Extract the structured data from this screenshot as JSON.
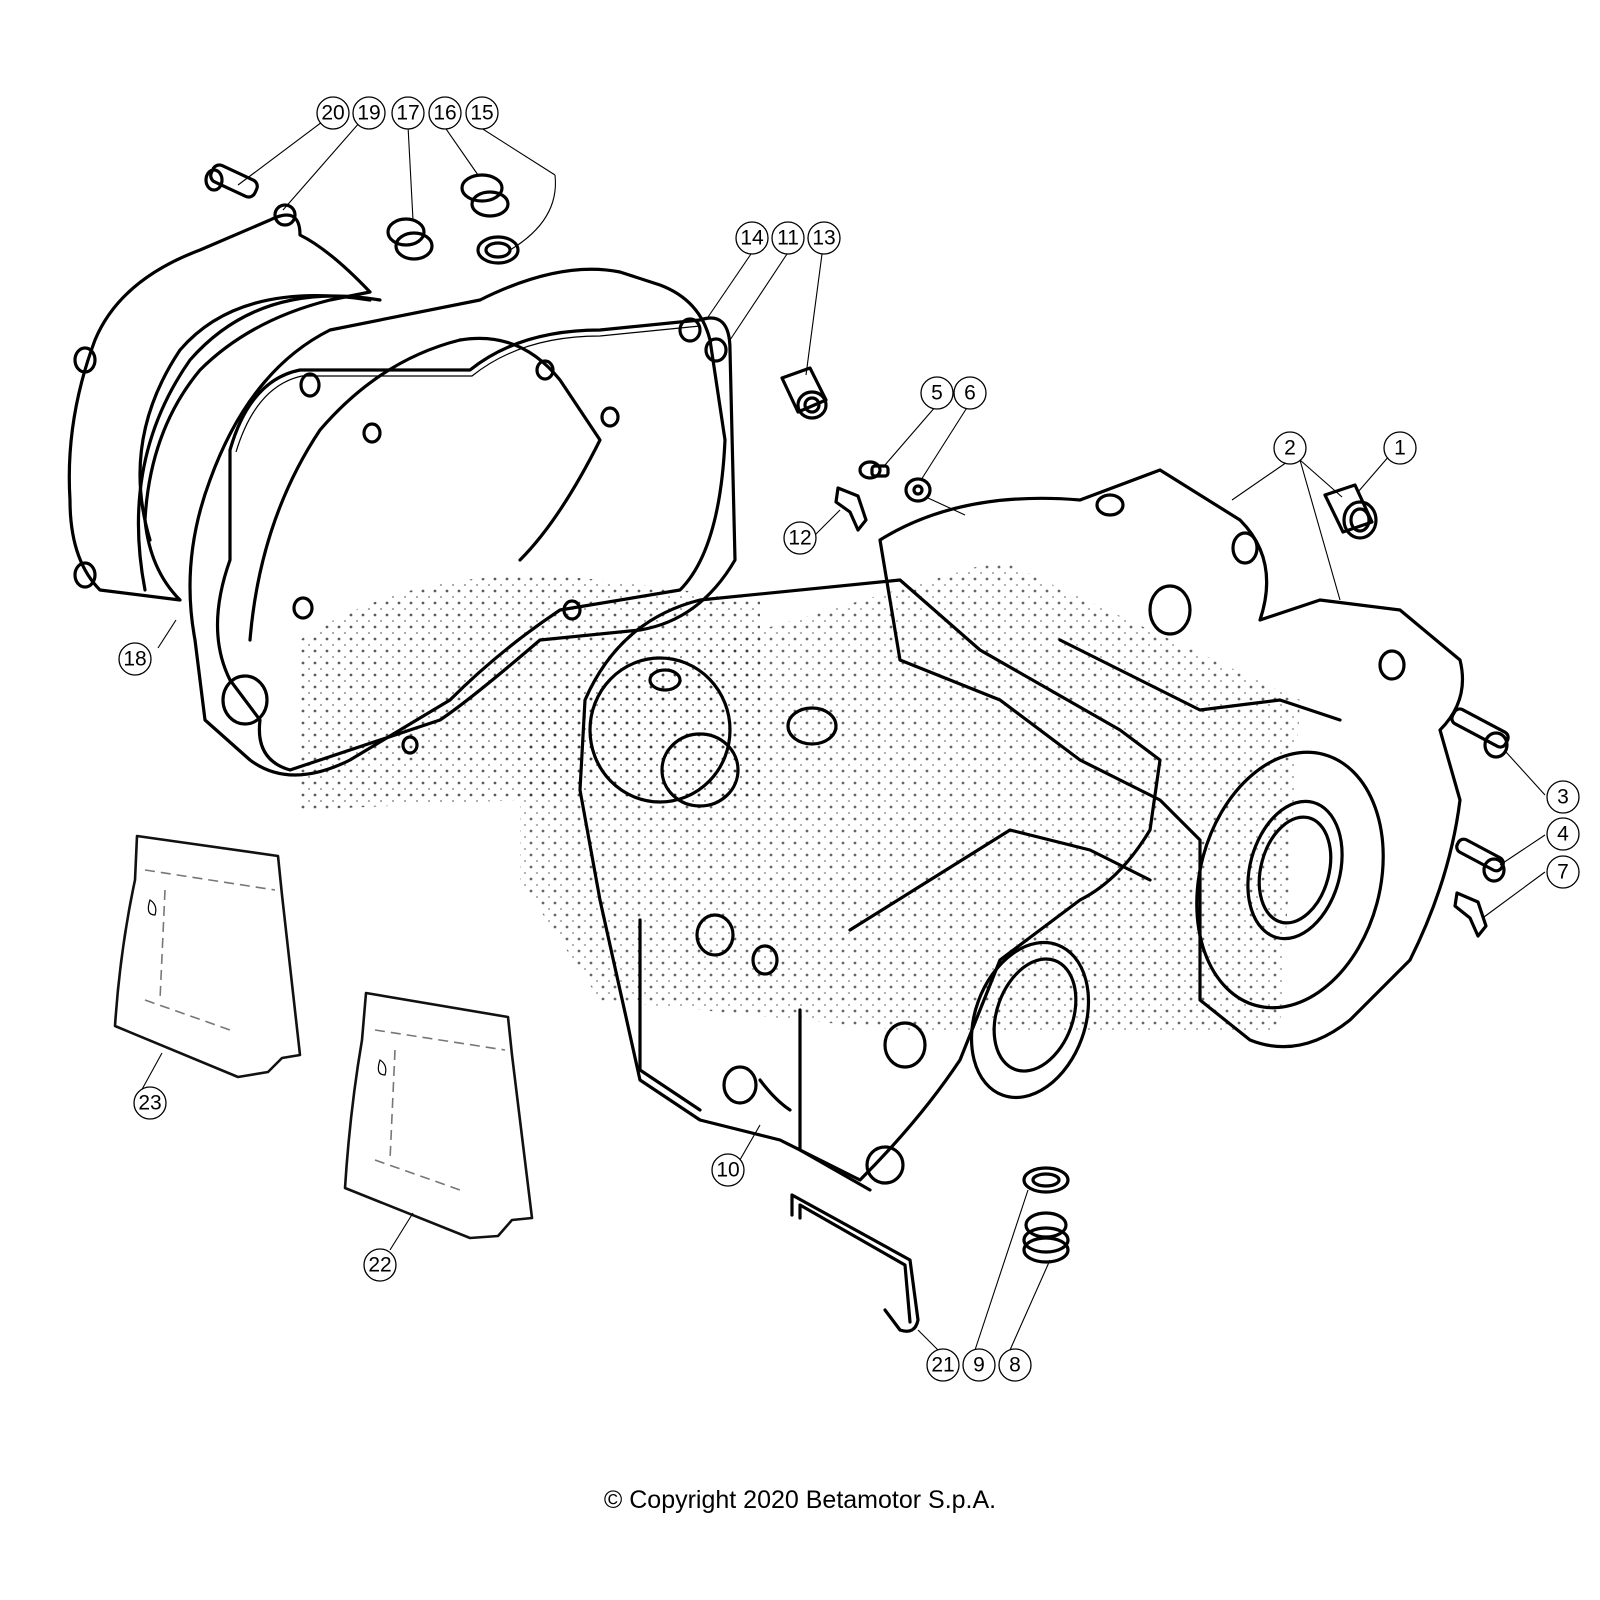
{
  "diagram": {
    "title": "Crankcase exploded view",
    "callouts": [
      {
        "id": "1",
        "label": "1"
      },
      {
        "id": "2",
        "label": "2"
      },
      {
        "id": "3",
        "label": "3"
      },
      {
        "id": "4",
        "label": "4"
      },
      {
        "id": "5",
        "label": "5"
      },
      {
        "id": "6",
        "label": "6"
      },
      {
        "id": "7",
        "label": "7"
      },
      {
        "id": "8",
        "label": "8"
      },
      {
        "id": "9",
        "label": "9"
      },
      {
        "id": "10",
        "label": "10"
      },
      {
        "id": "11",
        "label": "11"
      },
      {
        "id": "12",
        "label": "12"
      },
      {
        "id": "13",
        "label": "13"
      },
      {
        "id": "14",
        "label": "14"
      },
      {
        "id": "15",
        "label": "15"
      },
      {
        "id": "16",
        "label": "16"
      },
      {
        "id": "17",
        "label": "17"
      },
      {
        "id": "18",
        "label": "18"
      },
      {
        "id": "19",
        "label": "19"
      },
      {
        "id": "20",
        "label": "20"
      },
      {
        "id": "21",
        "label": "21"
      },
      {
        "id": "22",
        "label": "22"
      },
      {
        "id": "23",
        "label": "23"
      }
    ],
    "parts": [
      "outer-cover",
      "cover-gasket",
      "clutch-cover",
      "crankcase-right-half",
      "crankcase-left-half",
      "bushing",
      "screw",
      "oil-plug",
      "seal-ring",
      "pin",
      "breather-pipe",
      "grease-bag"
    ]
  },
  "footer": {
    "copyright": "© Copyright 2020 Betamotor S.p.A."
  }
}
